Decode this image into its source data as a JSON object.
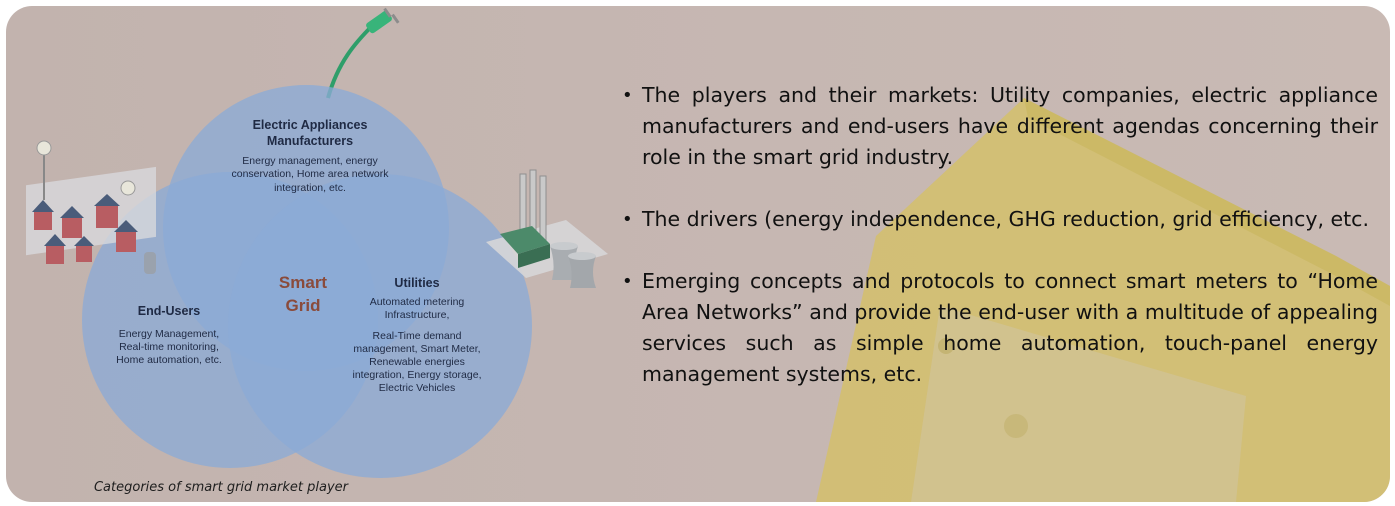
{
  "diagram": {
    "caption": "Categories of smart grid market player",
    "center": {
      "line1": "Smart",
      "line2": "Grid"
    },
    "appliances": {
      "title_line1": "Electric Appliances",
      "title_line2": "Manufacturers",
      "body_line1": "Energy management, energy",
      "body_line2": "conservation, Home area network",
      "body_line3": "integration, etc."
    },
    "endusers": {
      "title": "End-Users",
      "body_line1": "Energy Management,",
      "body_line2": "Real-time monitoring,",
      "body_line3": "Home automation, etc."
    },
    "utilities": {
      "title": "Utilities",
      "body_line1": "Automated metering",
      "body_line2": "Infrastructure,",
      "body_line3": "Real-Time demand",
      "body_line4": "management, Smart Meter,",
      "body_line5": "Renewable energies",
      "body_line6": "integration, Energy storage,",
      "body_line7": "Electric Vehicles"
    },
    "colors": {
      "circle_fill": "#8aa9d6",
      "panel_bg": "#c4b5b0",
      "meter_yellow": "#d5c26a"
    }
  },
  "bullets": [
    {
      "text": "The players and their markets: Utility companies, electric appliance manufacturers and end-users have different agendas concerning their role in the smart grid industry."
    },
    {
      "text": "The drivers (energy independence, GHG reduction, grid efficiency, etc."
    },
    {
      "text": "Emerging concepts and protocols to connect smart meters to “Home Area Networks” and provide the end-user with a multitude of appealing services such as simple home automation, touch-panel energy management systems, etc."
    }
  ]
}
